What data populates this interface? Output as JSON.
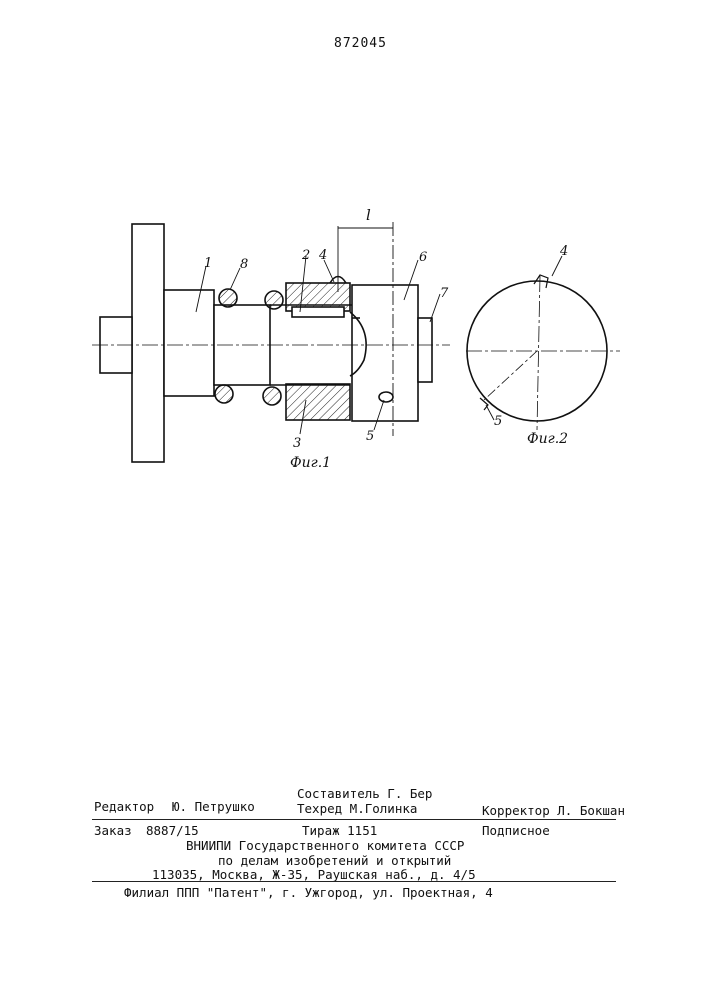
{
  "patent_number": "872045",
  "drawing": {
    "part_labels": [
      "1",
      "8",
      "2",
      "4",
      "6",
      "7",
      "3",
      "5"
    ],
    "dimension_label": "l",
    "figure_1_caption": "Фиг.1",
    "figure_2_caption": "Фиг.2",
    "figure_2_labels": [
      "4",
      "5"
    ]
  },
  "imprint": {
    "editor_label": "Редактор",
    "editor_name": "Ю. Петрушко",
    "compiler": "Составитель  Г. Бер",
    "techred": "Техред М.Голинка",
    "corrector": "Корректор Л. Бокшан",
    "order_label": "Заказ",
    "order_number": "8887/15",
    "print_run": "Тираж  1151",
    "subscription": "Подписное",
    "org_line_1": "ВНИИПИ Государственного комитета СССР",
    "org_line_2": "по делам изобретений и открытий",
    "org_line_3": "113035, Москва, Ж-35, Раушская наб., д. 4/5",
    "branch": "Филиал ППП \"Патент\", г. Ужгород, ул. Проектная, 4"
  }
}
